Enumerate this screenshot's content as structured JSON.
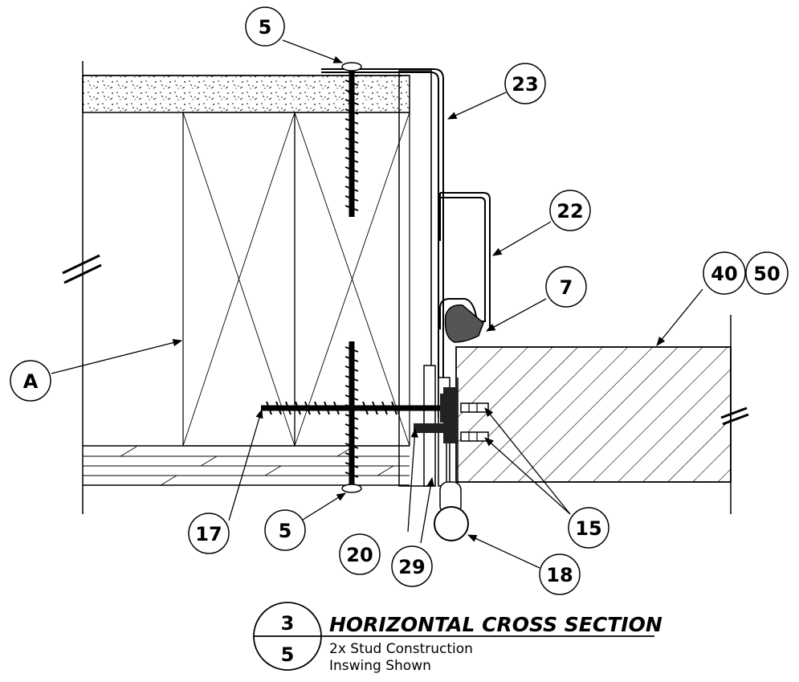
{
  "callouts": {
    "c5_top": "5",
    "c23": "23",
    "c22": "22",
    "c7": "7",
    "c40": "40",
    "c50": "50",
    "cA": "A",
    "c17": "17",
    "c5_bottom": "5",
    "c20": "20",
    "c29": "29",
    "c15": "15",
    "c18": "18"
  },
  "title_block": {
    "detail_number": "3",
    "sheet_number": "5",
    "title": "HORIZONTAL CROSS SECTION",
    "subtitle_line1": "2x Stud Construction",
    "subtitle_line2": "Inswing Shown"
  }
}
